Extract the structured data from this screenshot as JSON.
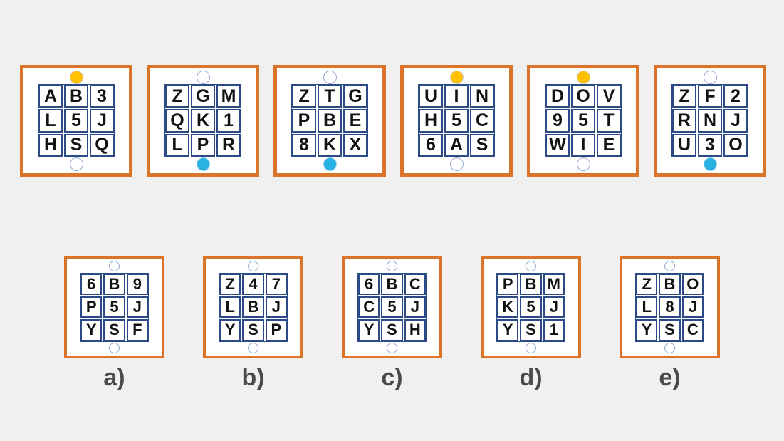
{
  "colors": {
    "background": "#F0F0F0",
    "box_border": "#DB7428",
    "grid_border": "#2B4A86",
    "yellow_dot": "#FFC000",
    "blue_dot": "#28B2E3",
    "circle_outline": "#93A7CC",
    "letter_color": "#121212",
    "label_color": "#4A4A4A"
  },
  "sequence": [
    {
      "cells": [
        "A",
        "B",
        "3",
        "L",
        "5",
        "J",
        "H",
        "S",
        "Q"
      ],
      "top_marker": "yellow",
      "bottom_marker": "empty"
    },
    {
      "cells": [
        "Z",
        "G",
        "M",
        "Q",
        "K",
        "1",
        "L",
        "P",
        "R"
      ],
      "top_marker": "empty",
      "bottom_marker": "blue"
    },
    {
      "cells": [
        "Z",
        "T",
        "G",
        "P",
        "B",
        "E",
        "8",
        "K",
        "X"
      ],
      "top_marker": "empty",
      "bottom_marker": "blue"
    },
    {
      "cells": [
        "U",
        "I",
        "N",
        "H",
        "5",
        "C",
        "6",
        "A",
        "S"
      ],
      "top_marker": "yellow",
      "bottom_marker": "empty"
    },
    {
      "cells": [
        "D",
        "O",
        "V",
        "9",
        "5",
        "T",
        "W",
        "I",
        "E"
      ],
      "top_marker": "yellow",
      "bottom_marker": "empty"
    },
    {
      "cells": [
        "Z",
        "F",
        "2",
        "R",
        "N",
        "J",
        "U",
        "3",
        "O"
      ],
      "top_marker": "empty",
      "bottom_marker": "blue"
    }
  ],
  "options": [
    {
      "label": "a)",
      "cells": [
        "6",
        "B",
        "9",
        "P",
        "5",
        "J",
        "Y",
        "S",
        "F"
      ],
      "top_marker": "empty",
      "bottom_marker": "empty"
    },
    {
      "label": "b)",
      "cells": [
        "Z",
        "4",
        "7",
        "L",
        "B",
        "J",
        "Y",
        "S",
        "P"
      ],
      "top_marker": "empty",
      "bottom_marker": "empty"
    },
    {
      "label": "c)",
      "cells": [
        "6",
        "B",
        "C",
        "C",
        "5",
        "J",
        "Y",
        "S",
        "H"
      ],
      "top_marker": "empty",
      "bottom_marker": "empty"
    },
    {
      "label": "d)",
      "cells": [
        "P",
        "B",
        "M",
        "K",
        "5",
        "J",
        "Y",
        "S",
        "1"
      ],
      "top_marker": "empty",
      "bottom_marker": "empty"
    },
    {
      "label": "e)",
      "cells": [
        "Z",
        "B",
        "O",
        "L",
        "8",
        "J",
        "Y",
        "S",
        "C"
      ],
      "top_marker": "empty",
      "bottom_marker": "empty"
    }
  ]
}
